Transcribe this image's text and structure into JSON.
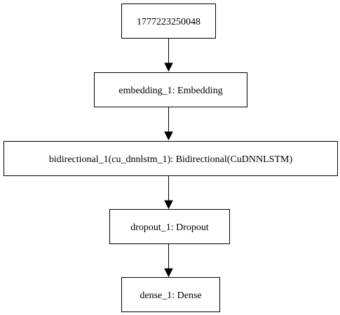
{
  "diagram": {
    "nodes": [
      {
        "id": "input",
        "label": "1777223250048"
      },
      {
        "id": "embedding",
        "label": "embedding_1: Embedding"
      },
      {
        "id": "bidirectional",
        "label": "bidirectional_1(cu_dnnlstm_1): Bidirectional(CuDNNLSTM)"
      },
      {
        "id": "dropout",
        "label": "dropout_1: Dropout"
      },
      {
        "id": "dense",
        "label": "dense_1: Dense"
      }
    ],
    "edges": [
      {
        "from": "input",
        "to": "embedding"
      },
      {
        "from": "embedding",
        "to": "bidirectional"
      },
      {
        "from": "bidirectional",
        "to": "dropout"
      },
      {
        "from": "dropout",
        "to": "dense"
      }
    ]
  }
}
